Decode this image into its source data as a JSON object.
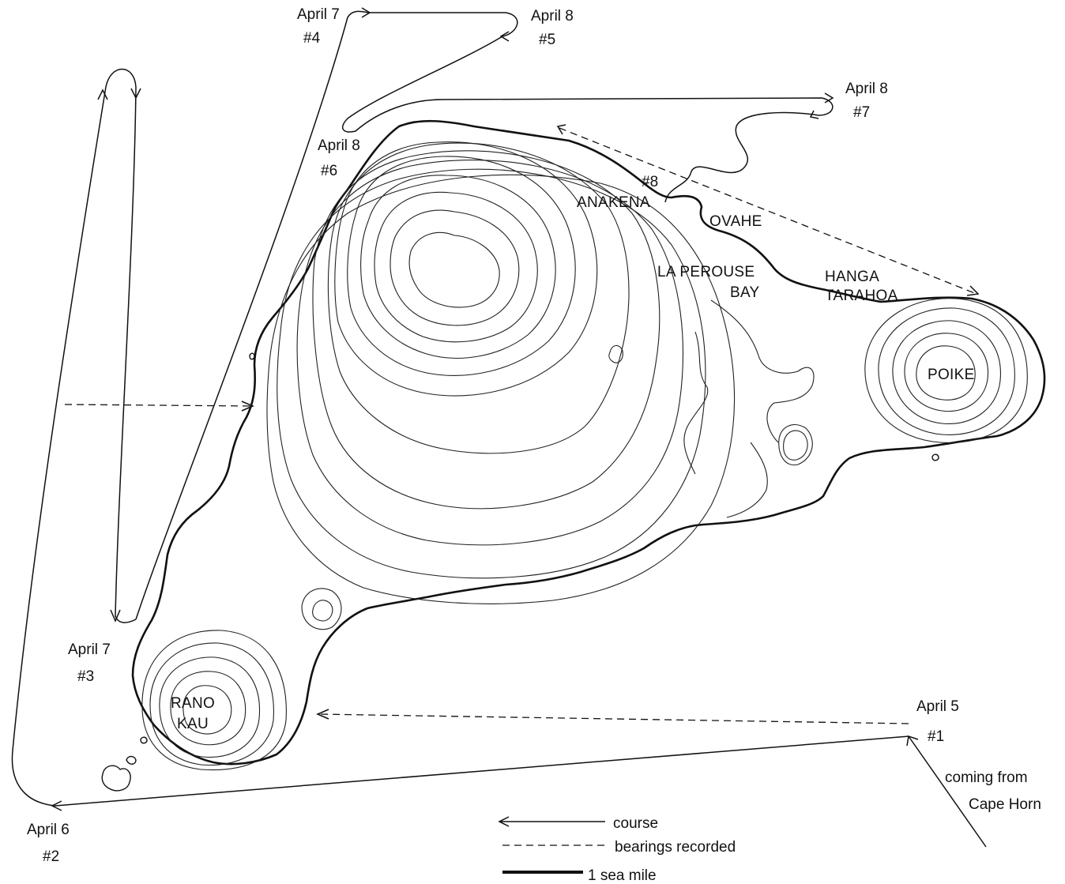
{
  "stops": [
    {
      "date": "April 5",
      "num": "#1"
    },
    {
      "date": "April 6",
      "num": "#2"
    },
    {
      "date": "April 7",
      "num": "#3"
    },
    {
      "date": "April 7",
      "num": "#4"
    },
    {
      "date": "April 8",
      "num": "#5"
    },
    {
      "date": "April 8",
      "num": "#6"
    },
    {
      "date": "April 8",
      "num": "#7"
    },
    {
      "date": "",
      "num": "#8"
    }
  ],
  "places": {
    "anakena": "ANAKENA",
    "ovahe": "OVAHE",
    "la_perouse": "LA PEROUSE",
    "bay": "BAY",
    "hanga": "HANGA",
    "tarahoa": "TARAHOA",
    "poike": "POIKE",
    "rano": "RANO",
    "kau": "KAU"
  },
  "approach": {
    "line1": "coming from",
    "line2": "Cape Horn"
  },
  "legend": {
    "course": "course",
    "bearings": "bearings recorded",
    "scale": "1 sea mile"
  }
}
